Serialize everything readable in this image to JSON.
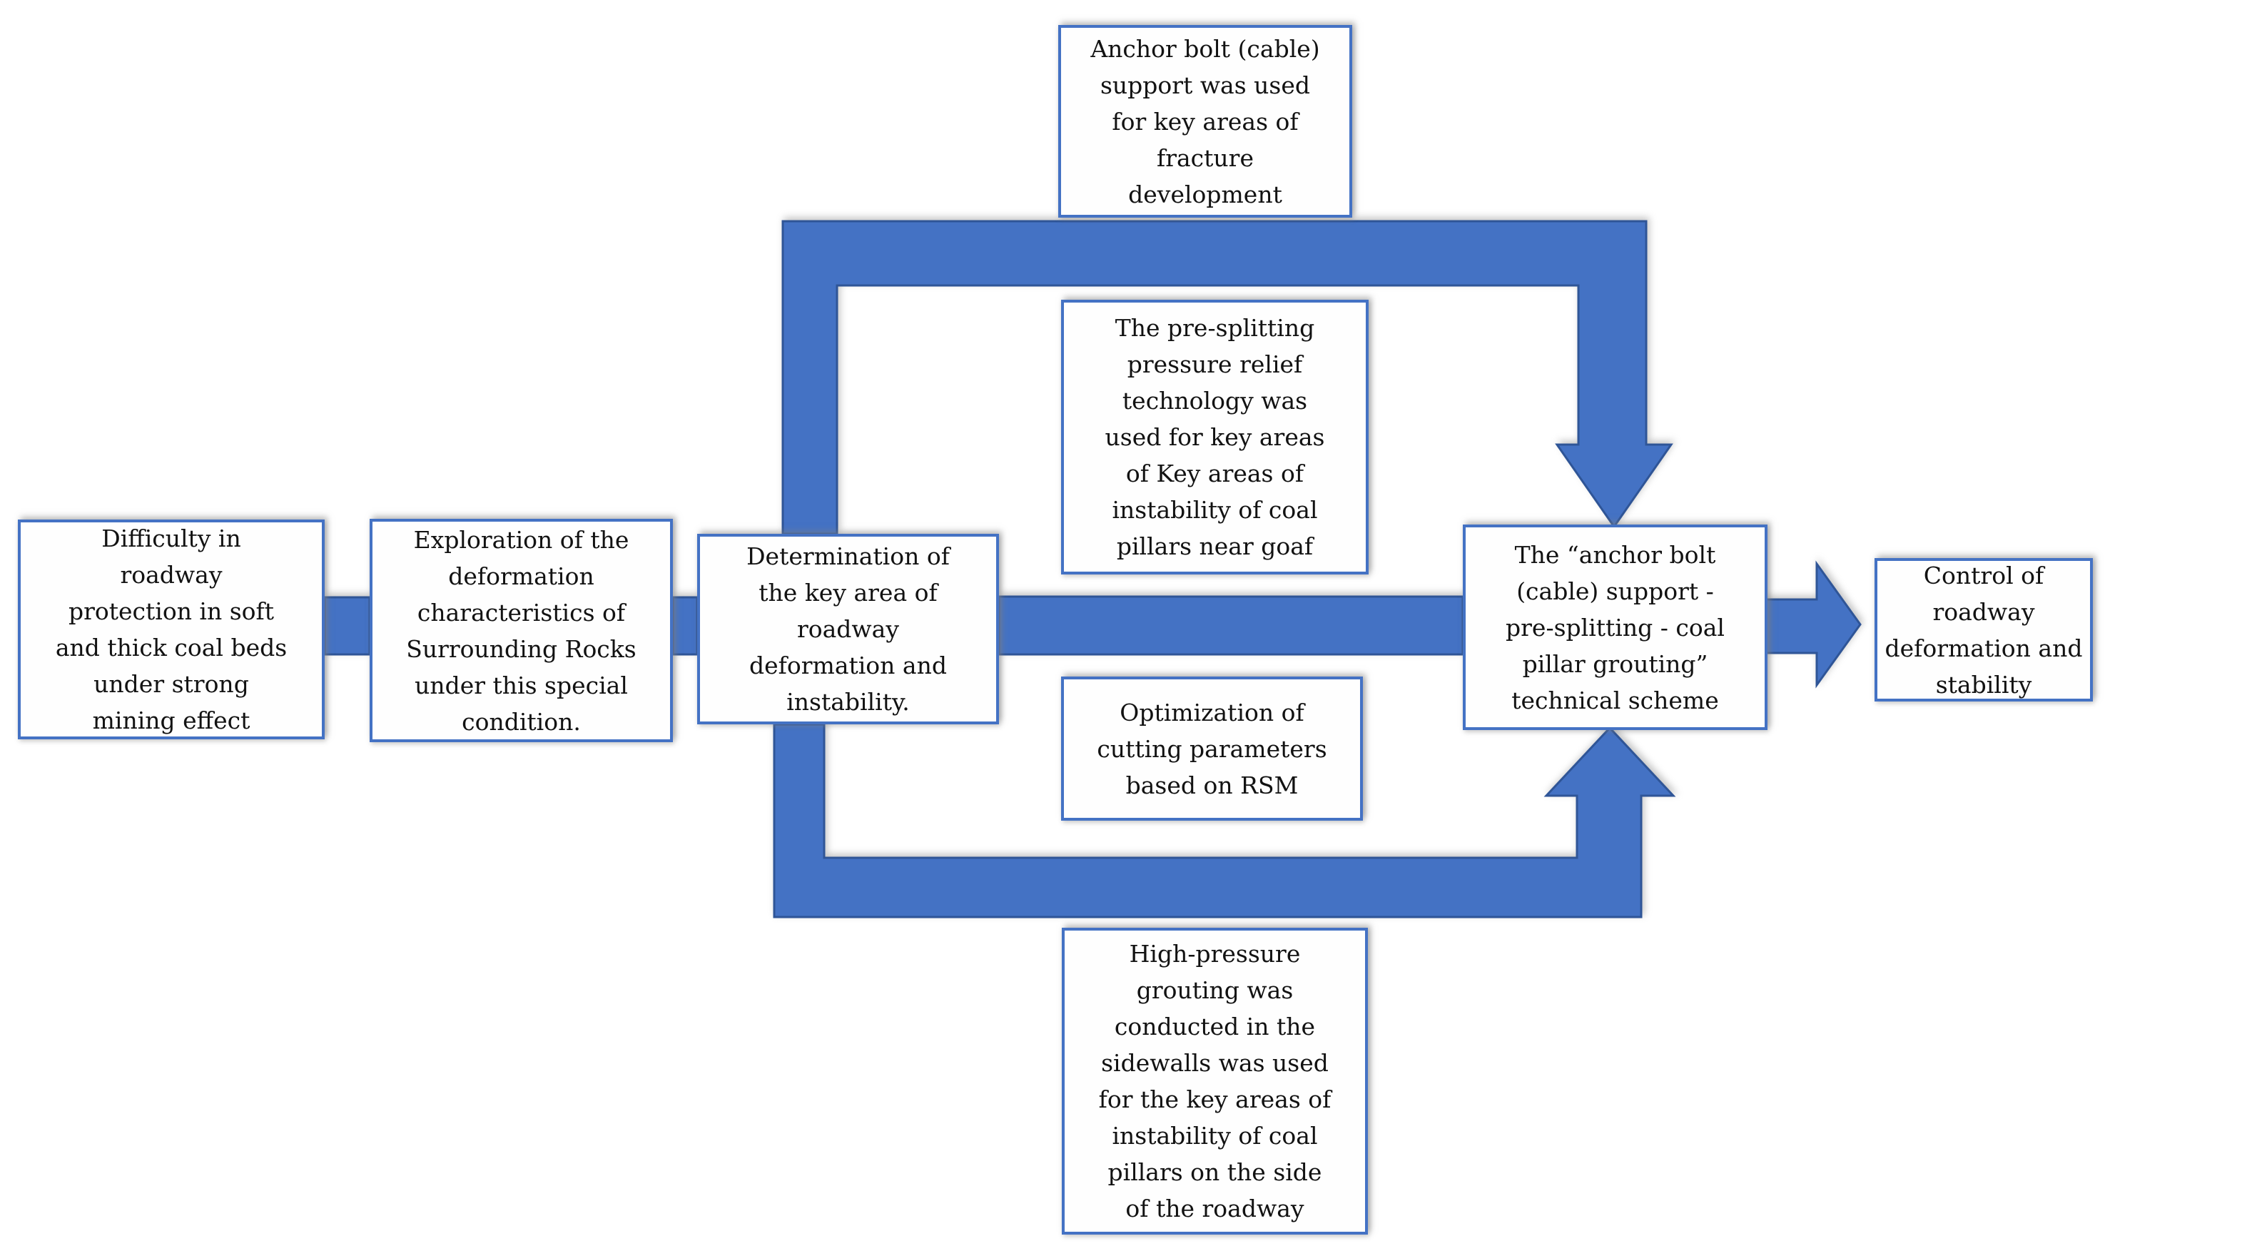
{
  "diagram": {
    "title_hint": "Roadway control technical scheme flowchart",
    "colors": {
      "arrow_fill": "#4472C4",
      "arrow_stroke": "#2F5597",
      "box_border": "#4472C4",
      "box_fill": "#FEFEFE",
      "text": "#121212"
    },
    "boxes": {
      "difficulty": {
        "text": "Difficulty in\nroadway\nprotection in soft\nand thick coal beds\nunder strong\nmining effect"
      },
      "exploration": {
        "text": "Exploration of the\ndeformation\ncharacteristics of\nSurrounding Rocks\nunder this special\ncondition."
      },
      "determination": {
        "text": "Determination of\nthe key area of\nroadway\ndeformation and\ninstability."
      },
      "anchor_bolt": {
        "text": "Anchor bolt (cable)\nsupport was used\nfor key areas of\nfracture\ndevelopment"
      },
      "pre_splitting": {
        "text": "The pre-splitting\npressure relief\ntechnology was\nused for key areas\nof Key areas of\ninstability of coal\npillars near goaf"
      },
      "optimization": {
        "text": "Optimization of\ncutting parameters\nbased on RSM"
      },
      "grouting": {
        "text": "High-pressure\ngrouting was\nconducted in the\nsidewalls was used\nfor the key areas of\ninstability of coal\npillars on the side\nof the roadway"
      },
      "scheme": {
        "text": "The “anchor bolt\n(cable) support -\npre-splitting - coal\npillar grouting”\ntechnical scheme"
      },
      "control": {
        "text": "Control of\nroadway\ndeformation and\nstability"
      }
    },
    "arrows": {
      "top_branch": "determination box up and over, arrowhead down into scheme box top",
      "middle_connector_1": "difficulty box to exploration box",
      "middle_connector_2": "exploration box to determination box",
      "middle_connector_3": "determination box to scheme box",
      "bottom_branch": "determination box down and under, arrowhead up into scheme box bottom",
      "output_arrow": "scheme box right, arrowhead into control box"
    }
  }
}
